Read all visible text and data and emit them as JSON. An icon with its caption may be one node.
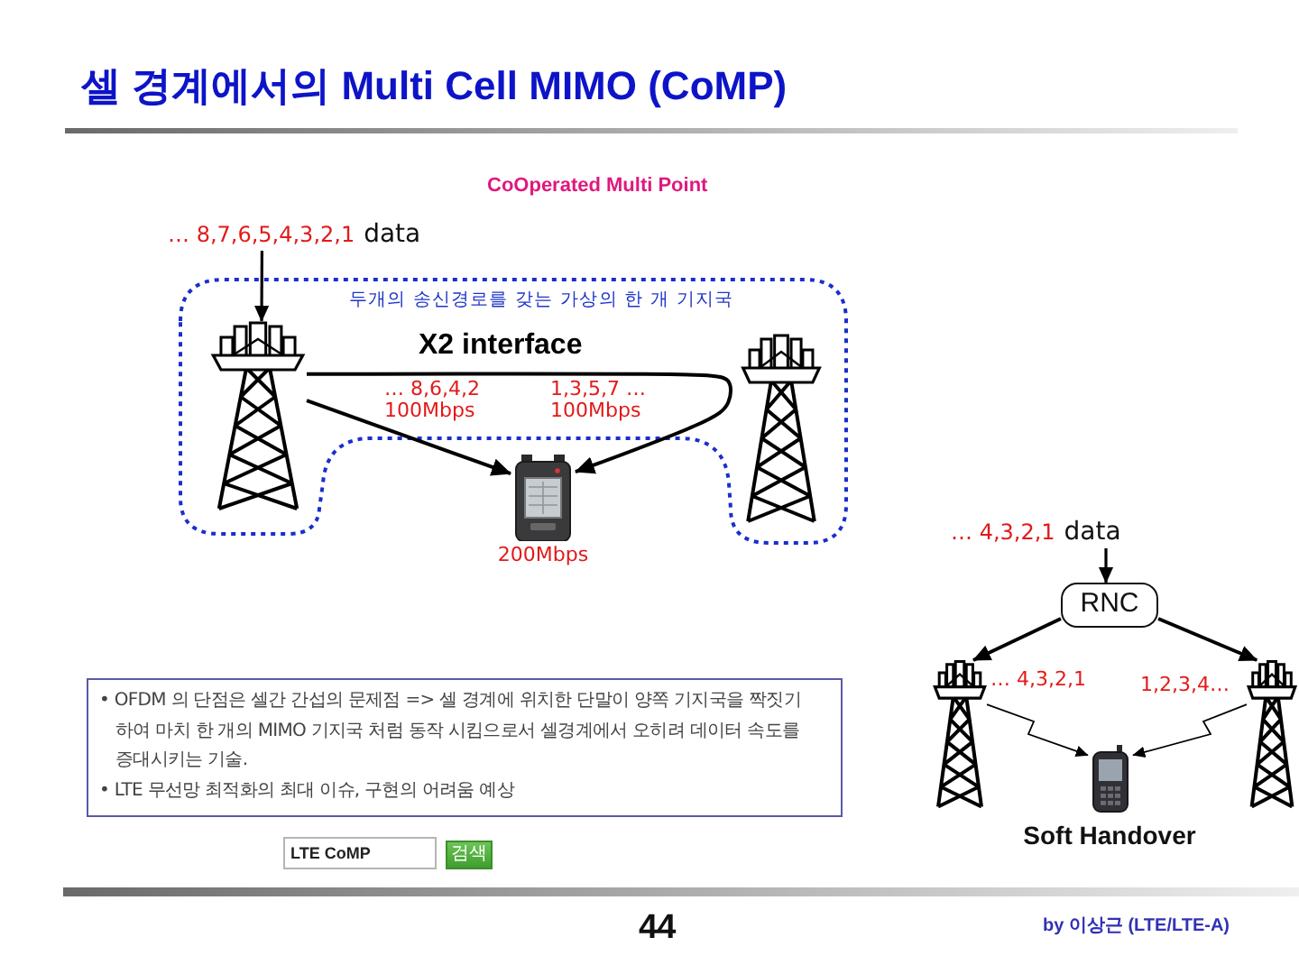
{
  "diagram": {
    "title": "셀 경계에서의 Multi Cell MIMO (CoMP)",
    "nodes": [
      {
        "text": [
          "… 8,7,6,5,4,3,2,1",
          "data"
        ]
      },
      {
        "text": [
          "두개의 송신경로를 갖는 가상의 한 개 기지국"
        ]
      },
      {
        "text": [],
        "shape": "picture",
        "in": 1
      },
      {
        "text": [],
        "shape": "picture",
        "in": 1
      },
      {
        "text": [],
        "shape": "picture",
        "beside": [
          "200Mbps"
        ]
      },
      {
        "text": [
          "… 4,3,2,1",
          "data"
        ]
      },
      {
        "text": [
          "RNC"
        ]
      },
      {
        "text": [],
        "shape": "picture"
      },
      {
        "text": [],
        "shape": "picture"
      },
      {
        "text": [],
        "shape": "picture",
        "beside": [
          "Soft Handover"
        ]
      },
      {
        "text": [
          "• OFDM 의 단점은 셀간 간섭의 문제점 => 셀 경계에 위치한 단말이 양쪽 기지국을 짝짓기 하여 마치 한 개의 MIMO 기지국 처럼 동작 시킴으로서 셀경계에서 오히려 데이터 속도를 증대시키는 기술.",
          "• LTE 무선망 최적화의 최대 이슈, 구현의 어려움 예상"
        ]
      }
    ],
    "edges": [
      {
        "from": 0,
        "to": 2,
        "arrow": "to"
      },
      {
        "from": 2,
        "to": 4,
        "arrow": "to",
        "label": "… 8,6,4,2 100Mbps"
      },
      {
        "from": 2,
        "to": 4,
        "arrow": "to",
        "label": "X2 interface"
      },
      {
        "from": 5,
        "to": 6,
        "arrow": "to"
      },
      {
        "from": 6,
        "to": 7,
        "arrow": "to"
      },
      {
        "from": 6,
        "to": 8,
        "arrow": "to"
      },
      {
        "from": 7,
        "to": 9,
        "arrow": "to",
        "label": "… 4,3,2,1"
      },
      {
        "from": 8,
        "to": 9,
        "arrow": "to",
        "label": "1,2,3,4…"
      }
    ],
    "labels": [
      "CoOperated Multi Point",
      "1,3,5,7 … 100Mbps",
      "LTE CoMP",
      "검색",
      "44",
      "by 이상근 (LTE/LTE-A)"
    ]
  }
}
